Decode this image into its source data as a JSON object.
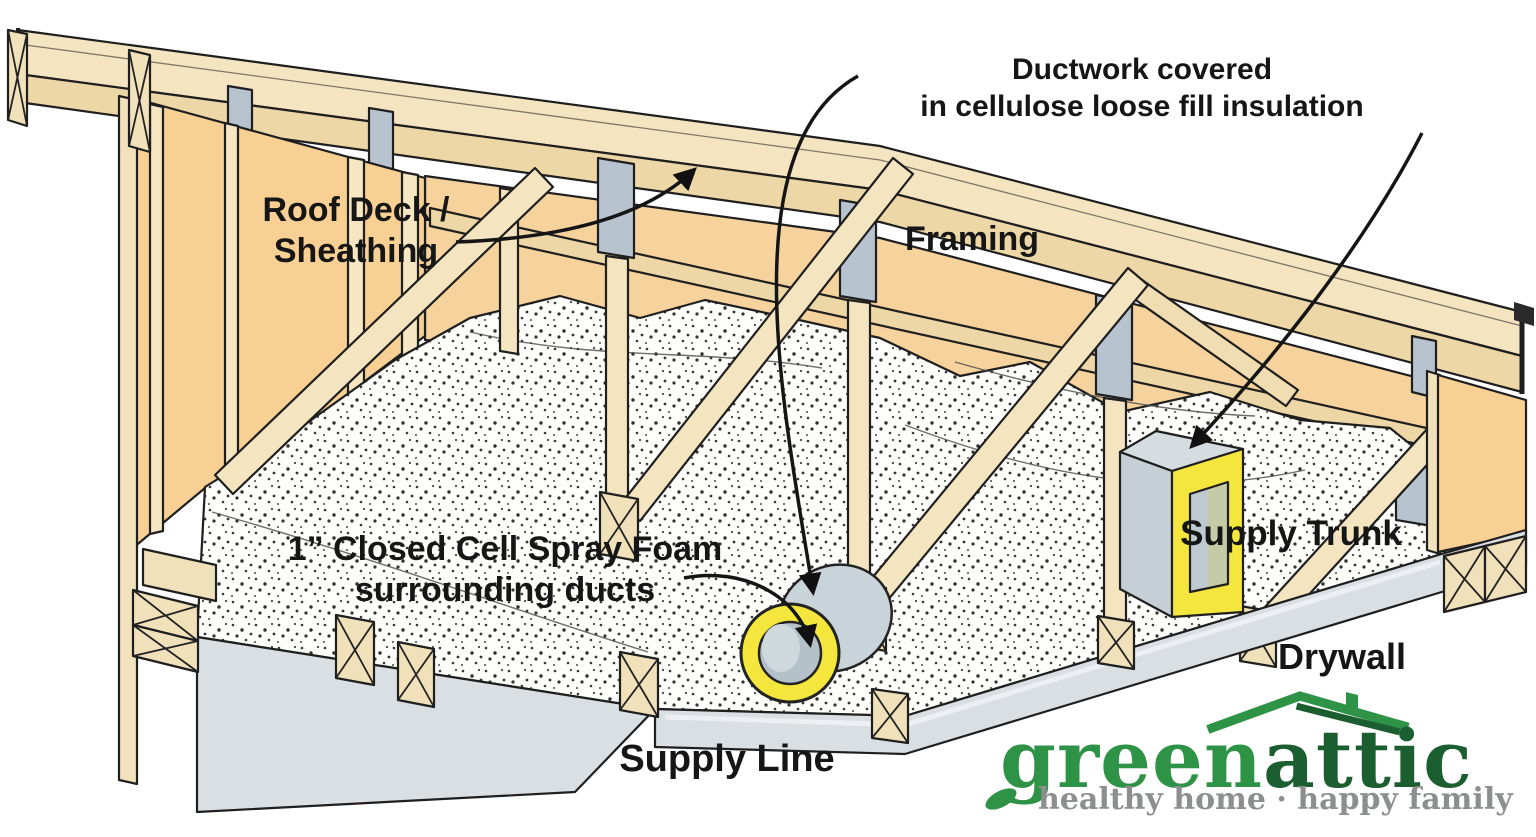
{
  "diagram": {
    "labels": {
      "roof_deck": {
        "line1": "Roof Deck /",
        "line2": "Sheathing"
      },
      "framing": {
        "text": "Framing"
      },
      "ductwork": {
        "line1": "Ductwork covered",
        "line2": "in cellulose loose fill insulation"
      },
      "spray_foam": {
        "line1": "1” Closed Cell Spray Foam",
        "line2": "surrounding ducts"
      },
      "supply_trunk": {
        "text": "Supply Trunk"
      },
      "drywall": {
        "text": "Drywall"
      },
      "supply_line": {
        "text": "Supply Line"
      }
    },
    "parts": [
      "roof deck / sheathing",
      "framing trusses",
      "cellulose loose fill insulation",
      "closed cell spray foam",
      "supply trunk duct",
      "round supply line duct",
      "drywall ceiling"
    ]
  },
  "logo": {
    "brand_part1": "green",
    "brand_part2": "attic",
    "tagline": "healthy home · happy family"
  },
  "colors": {
    "wall_orange": "#f8d094",
    "far_wall_orange": "#f6d29c",
    "wood_light": "#f4e4c0",
    "wood_mid": "#eed7a6",
    "gusset_gray": "#b7c4d0",
    "drywall_gray": "#dadfe3",
    "duct_gray": "#c9d3da",
    "foam_yellow": "#f4e63c",
    "insulation_white": "#fdfdfa",
    "logo_green": "#2e9247",
    "logo_dark_green": "#1b5e30",
    "tagline_gray": "#8c8f8d",
    "outline": "#1f1f1f"
  }
}
